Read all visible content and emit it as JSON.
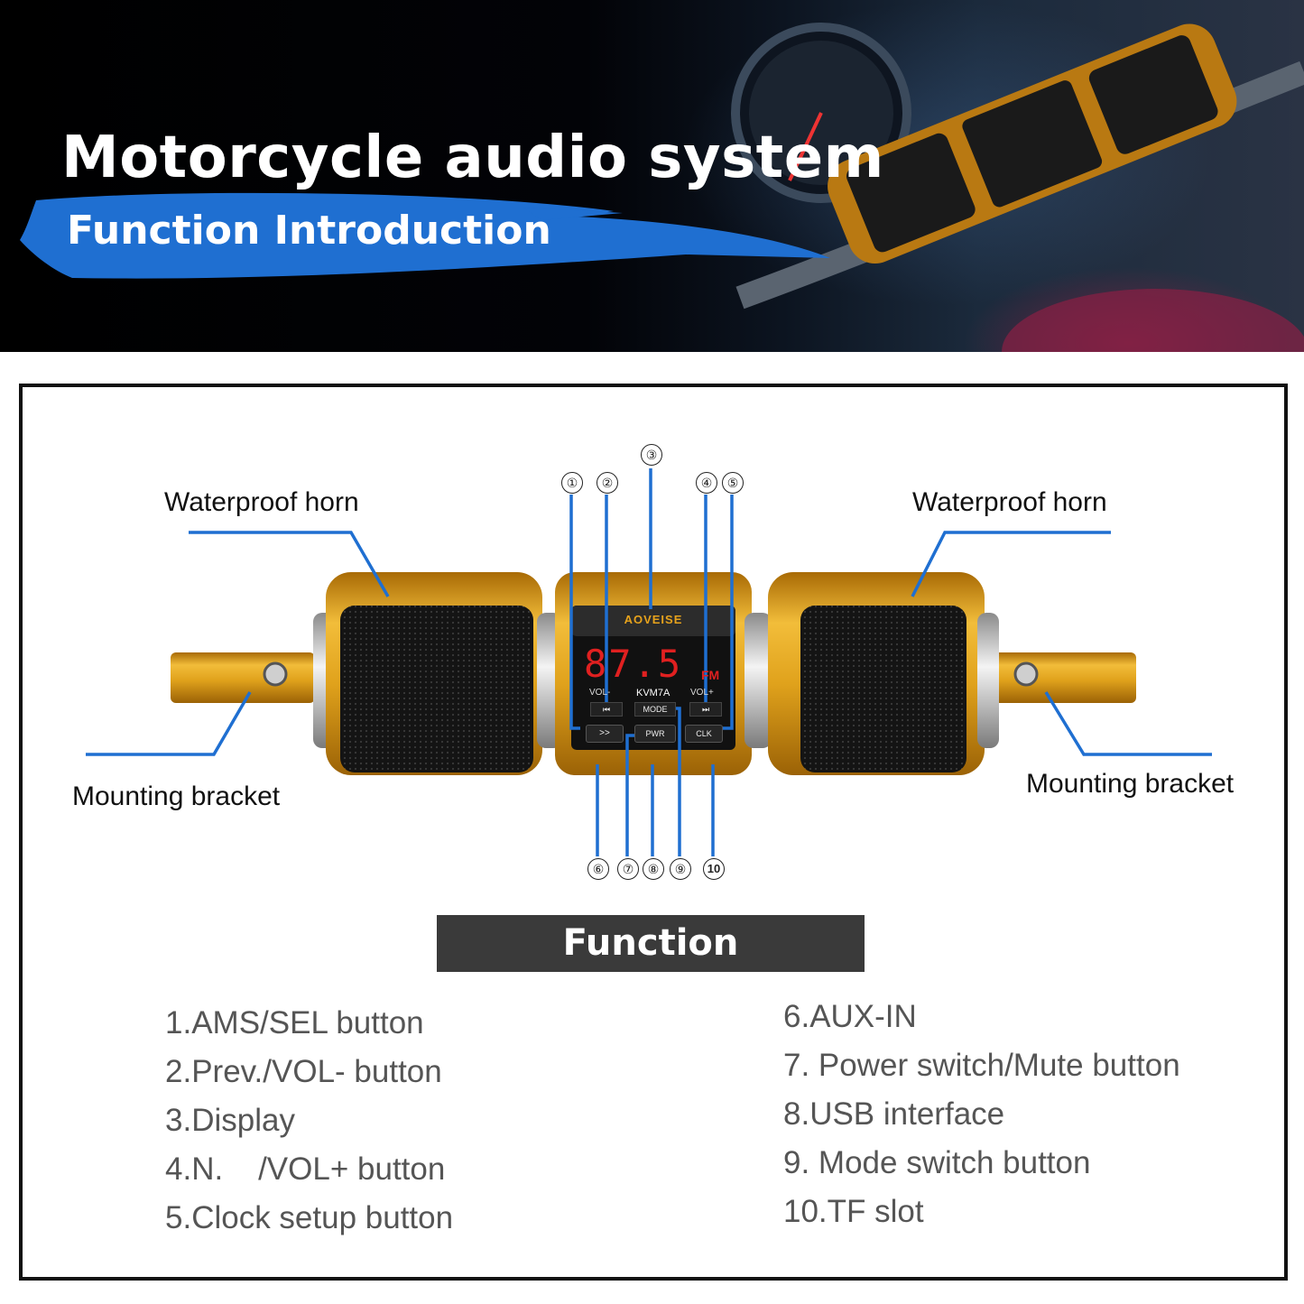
{
  "hero": {
    "title": "Motorcycle audio system",
    "subtitle": "Function Introduction"
  },
  "device": {
    "brand": "AOVEISE",
    "display_value": "87.5",
    "display_band": "FM",
    "model": "KVM7A",
    "buttons": {
      "vol_minus": "VOL-",
      "prev_icon": "prev-track-icon",
      "mode": "MODE",
      "vol_plus": "VOL+",
      "next_icon": "next-track-icon",
      "ams": ">>",
      "pwr": "PWR",
      "clk": "CLK"
    }
  },
  "callouts": {
    "horn_left": "Waterproof horn",
    "horn_right": "Waterproof horn",
    "bracket_left": "Mounting bracket",
    "bracket_right": "Mounting bracket"
  },
  "markers": [
    "①",
    "②",
    "③",
    "④",
    "⑤",
    "⑥",
    "⑦",
    "⑧",
    "⑨",
    "10"
  ],
  "functions": {
    "heading": "Function Introduction",
    "left": [
      "1.AMS/SEL button",
      "2.Prev./VOL- button",
      "3.Display",
      "4.N.    /VOL+ button",
      "5.Clock setup button"
    ],
    "right": [
      "6.AUX-IN",
      "7. Power switch/Mute button",
      "8.USB interface",
      "9. Mode switch button",
      "10.TF slot"
    ]
  },
  "colors": {
    "accent_blue": "#1f6fd1",
    "gold": "#e2a21d",
    "display_red": "#e02020"
  }
}
